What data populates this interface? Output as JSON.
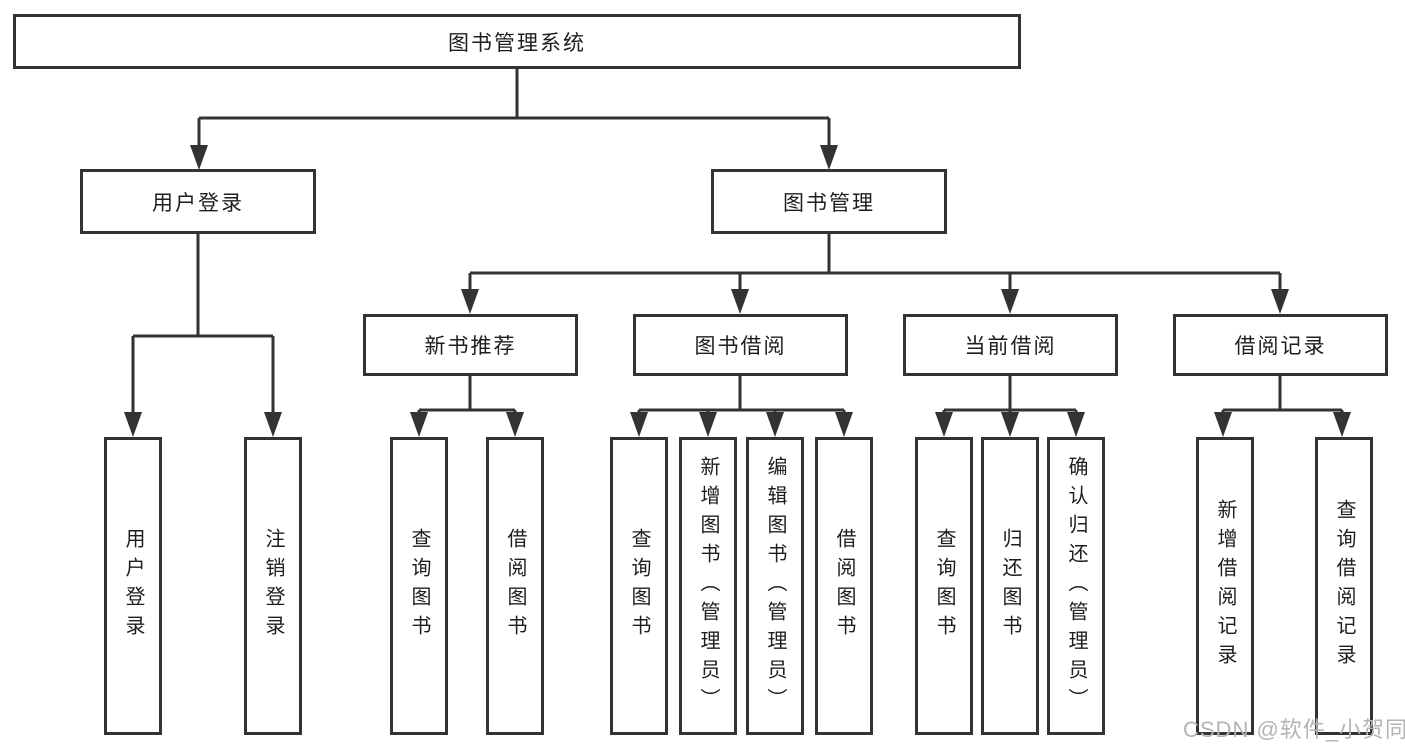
{
  "diagram": {
    "title": "图书管理系统",
    "root": {
      "label": "图书管理系统"
    },
    "level2": [
      {
        "id": "user-login",
        "label": "用户登录"
      },
      {
        "id": "book-management",
        "label": "图书管理"
      }
    ],
    "level3": [
      {
        "id": "new-book-recommend",
        "label": "新书推荐"
      },
      {
        "id": "book-borrow",
        "label": "图书借阅"
      },
      {
        "id": "current-borrow",
        "label": "当前借阅"
      },
      {
        "id": "borrow-records",
        "label": "借阅记录"
      }
    ],
    "leaves": {
      "user_login": [
        "用户登录",
        "注销登录"
      ],
      "new_book_recommend": [
        "查询图书",
        "借阅图书"
      ],
      "book_borrow": [
        "查询图书",
        "新增图书（管理员）",
        "编辑图书（管理员）",
        "借阅图书"
      ],
      "current_borrow": [
        "查询图书",
        "归还图书",
        "确认归还（管理员）"
      ],
      "borrow_records": [
        "新增借阅记录",
        "查询借阅记录"
      ]
    }
  },
  "watermark": {
    "text": "CSDN @软件_小贺同学"
  },
  "colors": {
    "line": "#333333",
    "text": "#1e1e1e",
    "watermark": "#b4b4b4",
    "background": "#ffffff"
  }
}
